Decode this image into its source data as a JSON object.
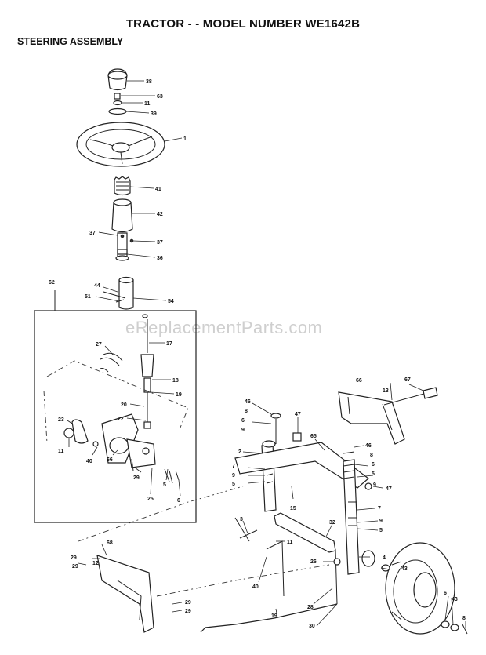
{
  "header": {
    "title": "TRACTOR - - MODEL NUMBER WE1642B",
    "subtitle": "STEERING ASSEMBLY"
  },
  "watermark": "eReplacementParts.com",
  "callouts": {
    "c38": "38",
    "c63": "63",
    "c11a": "11",
    "c39": "39",
    "c1": "1",
    "c41": "41",
    "c42": "42",
    "c37a": "37",
    "c37b": "37",
    "c36": "36",
    "c62": "62",
    "c44": "44",
    "c51": "51",
    "c54": "54",
    "c27": "27",
    "c17": "17",
    "c18": "18",
    "c19a": "19",
    "c20": "20",
    "c22": "22",
    "c23": "23",
    "c11b": "11",
    "c40a": "40",
    "c66a": "66",
    "c29a": "29",
    "c25": "25",
    "c5a": "5",
    "c6a": "6",
    "c46a": "46",
    "c8a": "8",
    "c6b": "6",
    "c9a": "9",
    "c47a": "47",
    "c65": "65",
    "c2": "2",
    "c7a": "7",
    "c9b": "9",
    "c5b": "5",
    "c15": "15",
    "c66b": "66",
    "c13": "13",
    "c67": "67",
    "c46b": "46",
    "c8b": "8",
    "c6c": "6",
    "c5c": "5",
    "c9c": "9",
    "c47b": "47",
    "c7b": "7",
    "c9d": "9",
    "c5d": "5",
    "c3": "3",
    "c32": "32",
    "c11c": "11",
    "c40b": "40",
    "c26": "26",
    "c4": "4",
    "c43a": "43",
    "c68": "68",
    "c29b": "29",
    "c29c": "29",
    "c12": "12",
    "c19b": "19",
    "c28": "28",
    "c30": "30",
    "c29d": "29",
    "c29e": "29",
    "c6d": "6",
    "c43b": "43",
    "c8c": "8"
  }
}
